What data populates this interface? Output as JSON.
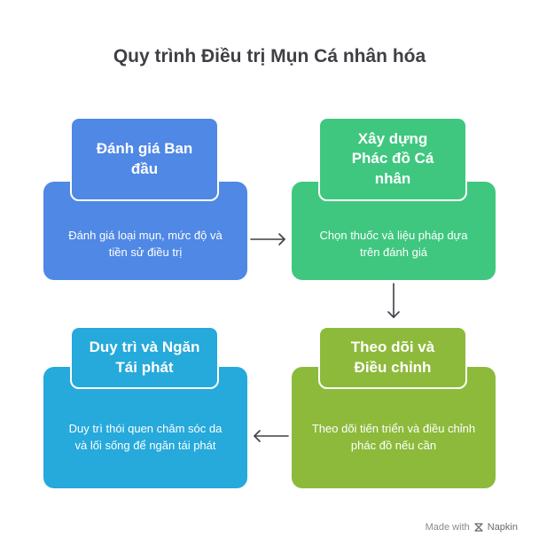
{
  "title": "Quy trình Điều trị Mụn Cá nhân hóa",
  "steps": [
    {
      "heading": "Đánh giá Ban đầu",
      "description": "Đánh giá loại mụn, mức độ và tiền sử điều trị",
      "color": "#4f88e5"
    },
    {
      "heading": "Xây dựng Phác đồ Cá nhân",
      "description": "Chọn thuốc và liệu pháp dựa trên đánh giá",
      "color": "#3fc77f"
    },
    {
      "heading": "Theo dõi và Điều chỉnh",
      "description": "Theo dõi tiến triển và điều chỉnh phác đồ nếu cần",
      "color": "#8dba3b"
    },
    {
      "heading": "Duy trì và Ngăn Tái phát",
      "description": "Duy trì thói quen chăm sóc da và lối sống để ngăn tái phát",
      "color": "#26a9db"
    }
  ],
  "footer": {
    "made_with": "Made with",
    "brand": "Napkin",
    "icon": "napkin-logo-icon"
  }
}
